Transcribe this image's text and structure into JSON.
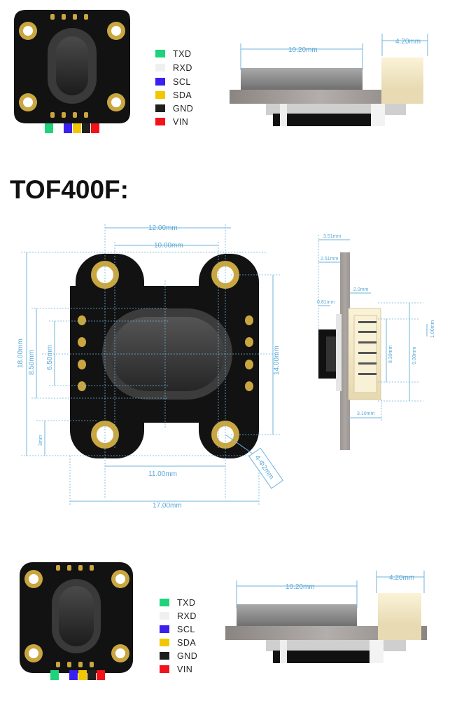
{
  "heading": "TOF400F:",
  "colors": {
    "TXD": "#1fd37a",
    "RXD": "#eef1f0",
    "SCL": "#3a1ff0",
    "SDA": "#f3c700",
    "GND": "#1f1f1f",
    "VIN": "#f2121a"
  },
  "legend": {
    "TXD": "TXD",
    "RXD": "RXD",
    "SCL": "SCL",
    "SDA": "SDA",
    "GND": "GND",
    "VIN": "VIN"
  },
  "side_top": {
    "width_label": "10.20mm",
    "connector_label": "4.20mm"
  },
  "drawing": {
    "d_12_00": "12.00mm",
    "d_10_00": "10.00mm",
    "d_18_00": "18.00mm",
    "d_8_50": "8.50mm",
    "d_6_50": "6.50mm",
    "d_3mm": "3mm",
    "d_14_00": "14.00mm",
    "d_11_00": "11.00mm",
    "d_17_00": "17.00mm",
    "d_hole": "4-Φ2mm",
    "d_3_51": "3.51mm",
    "d_2_51": "2.51mm",
    "d_2_0": "2.0mm",
    "d_0_81": "0.81mm",
    "d_8_30": "8.30mm",
    "d_9_00": "9.00mm",
    "d_1_00": "1.00mm",
    "d_3_10": "3.10mm"
  }
}
